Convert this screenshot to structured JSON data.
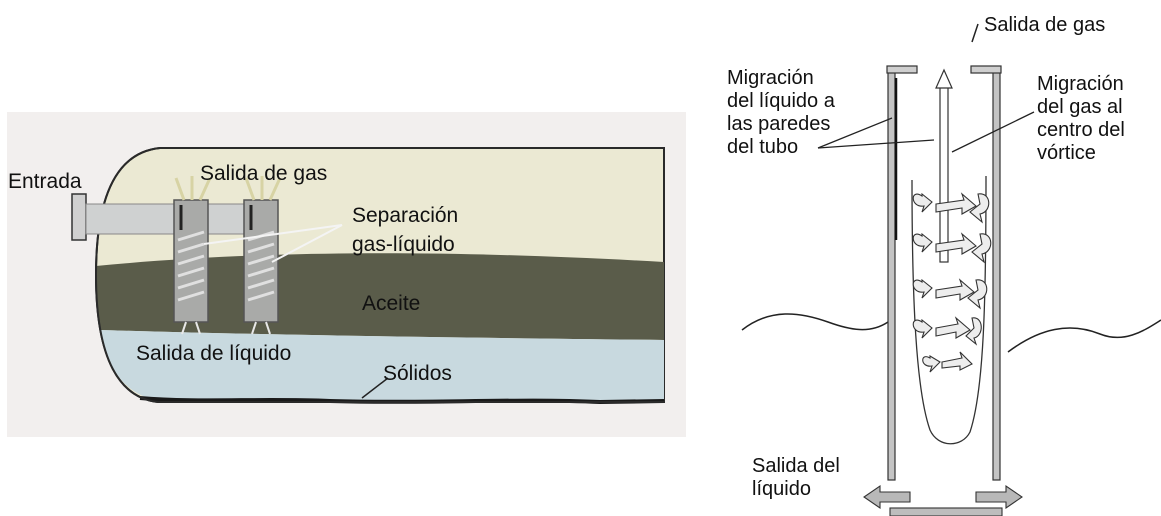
{
  "left_figure": {
    "labels": {
      "inlet": "Entrada",
      "gas_outlet": "Salida de gas",
      "separation": [
        "Separación",
        "gas-líquido"
      ],
      "oil": "Aceite",
      "liquid_outlet": "Salida de líquido",
      "solids": "Sólidos"
    }
  },
  "right_figure": {
    "labels": {
      "gas_outlet": "Salida de gas",
      "liquid_migration": [
        "Migración",
        "del líquido a",
        "las paredes",
        "del tubo"
      ],
      "gas_migration": [
        "Migración",
        "del gas al",
        "centro del",
        "vórtice"
      ],
      "liquid_outlet": [
        "Salida del",
        "líquido"
      ]
    }
  },
  "colors": {
    "gas_zone": "#ebe9d3",
    "oil_zone": "#5a5c4a",
    "water_zone": "#c8d9df",
    "frame": "#f2efee",
    "tube": "#bfbfbf",
    "line": "#222222"
  }
}
